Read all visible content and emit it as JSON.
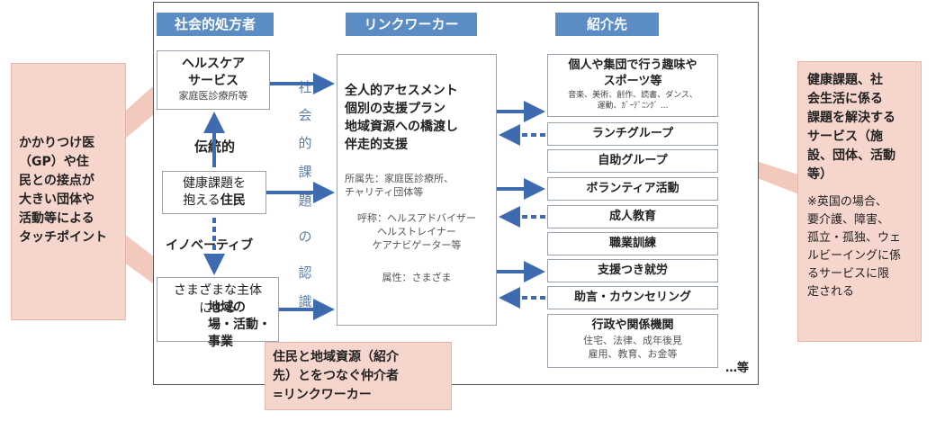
{
  "headers": {
    "prescriber": "社会的処方者",
    "link_worker": "リンクワーカー",
    "referral": "紹介先"
  },
  "left": {
    "healthcare_title": "ヘルスケア\nサービス",
    "healthcare_sub": "家庭医診療所等",
    "traditional": "伝統的",
    "resident_prefix": "健康課題を\n抱える",
    "resident_bold": "住民",
    "innovative": "イノベーティブ",
    "community_prefix": "さまざまな主体\nによる",
    "community_bold": "地域の\n場・活動・事業"
  },
  "vertical_text": [
    "社",
    "会",
    "的",
    "課",
    "題",
    "の",
    "認",
    "識"
  ],
  "center": {
    "main": "全人的アセスメント\n個別の支援プラン\n地域資源への橋渡し\n伴走的支援",
    "affiliation": "所属先：家庭医診療所、\nチャリティ団体等",
    "title": "呼称：ヘルスアドバイザー\nヘルストレイナー\nケアナビゲーター等",
    "attribute": "属性：さまざま"
  },
  "referrals": {
    "hobby_title": "個人や集団で行う趣味や\nスポーツ等",
    "hobby_sub": "音楽、美術、創作、読書、ダンス、\n運動、ｶﾞｰﾃﾞﾆﾝｸﾞ ...",
    "items": [
      "ランチグループ",
      "自助グループ",
      "ボランティア活動",
      "成人教育",
      "職業訓練",
      "支援つき就労",
      "助言・カウンセリング"
    ],
    "gov_title": "行政や関係機関",
    "gov_sub": "住宅、法律、成年後見\n雇用、教育、お金等",
    "etc": "…等"
  },
  "callouts": {
    "left": "かかりつけ医\n（GP）や住\n民との接点が\n大きい団体や\n活動等による\nタッチポイント",
    "bottom": "住民と地域資源（紹介\n先）とをつなぐ仲介者\n=リンクワーカー",
    "right_title": "健康課題、社\n会生活に係る\n課題を解決する\nサービス（施\n設、団体、活動\n等）",
    "right_note": "※英国の場合、\n要介護、障害、\n孤立・孤独、ウェ\nルビーイングに係\nるサービスに限\n定される"
  },
  "colors": {
    "header": "#5b8cc4",
    "arrow": "#3e6bb0",
    "callout": "#f6d5cc",
    "pointer": "#f3c9bd"
  }
}
